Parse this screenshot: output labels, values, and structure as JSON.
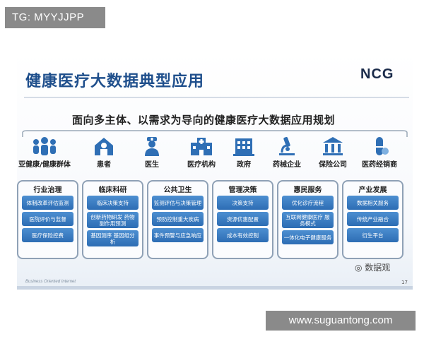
{
  "watermark_top": "TG: MYYJJPP",
  "watermark_bottom": "www.suguantong.com",
  "slide": {
    "title": "健康医疗大数据典型应用",
    "logo": "NCG",
    "subtitle": "面向多主体、以需求为导向的健康医疗大数据应用规划",
    "footer": "Business Oriented Internet",
    "page_number": "17",
    "wechat_label": "数据观"
  },
  "entities": [
    {
      "label": "亚健康/健康群体",
      "icon": "crowd-icon"
    },
    {
      "label": "患者",
      "icon": "patient-icon"
    },
    {
      "label": "医生",
      "icon": "doctor-icon"
    },
    {
      "label": "医疗机构",
      "icon": "hospital-icon"
    },
    {
      "label": "政府",
      "icon": "government-icon"
    },
    {
      "label": "药械企业",
      "icon": "microscope-icon"
    },
    {
      "label": "保险公司",
      "icon": "bank-icon"
    },
    {
      "label": "医药经销商",
      "icon": "pill-icon"
    }
  ],
  "categories": [
    {
      "title": "行业治理",
      "items": [
        "体制改革评估监测",
        "医院评价与监督",
        "医疗保险控费"
      ]
    },
    {
      "title": "临床科研",
      "items": [
        "临床决策支持",
        "创新药物研发 药物副作用预测",
        "基因测序 基因组分析"
      ]
    },
    {
      "title": "公共卫生",
      "items": [
        "监测评估与决策管理",
        "预防控制重大疾病",
        "事件预警与应急响应"
      ]
    },
    {
      "title": "管理决策",
      "items": [
        "决策支持",
        "资源优惠配置",
        "成本有效控制"
      ]
    },
    {
      "title": "惠民服务",
      "items": [
        "优化诊疗流程",
        "互联网健康医疗 服务模式",
        "一体化电子健康服务"
      ]
    },
    {
      "title": "产业发展",
      "items": [
        "数据相关服务",
        "传统产业融合",
        "衍生平台"
      ]
    }
  ],
  "colors": {
    "title": "#1f4f8c",
    "item_fill": "#3a7cc2",
    "card_border": "#8fa1b6"
  }
}
